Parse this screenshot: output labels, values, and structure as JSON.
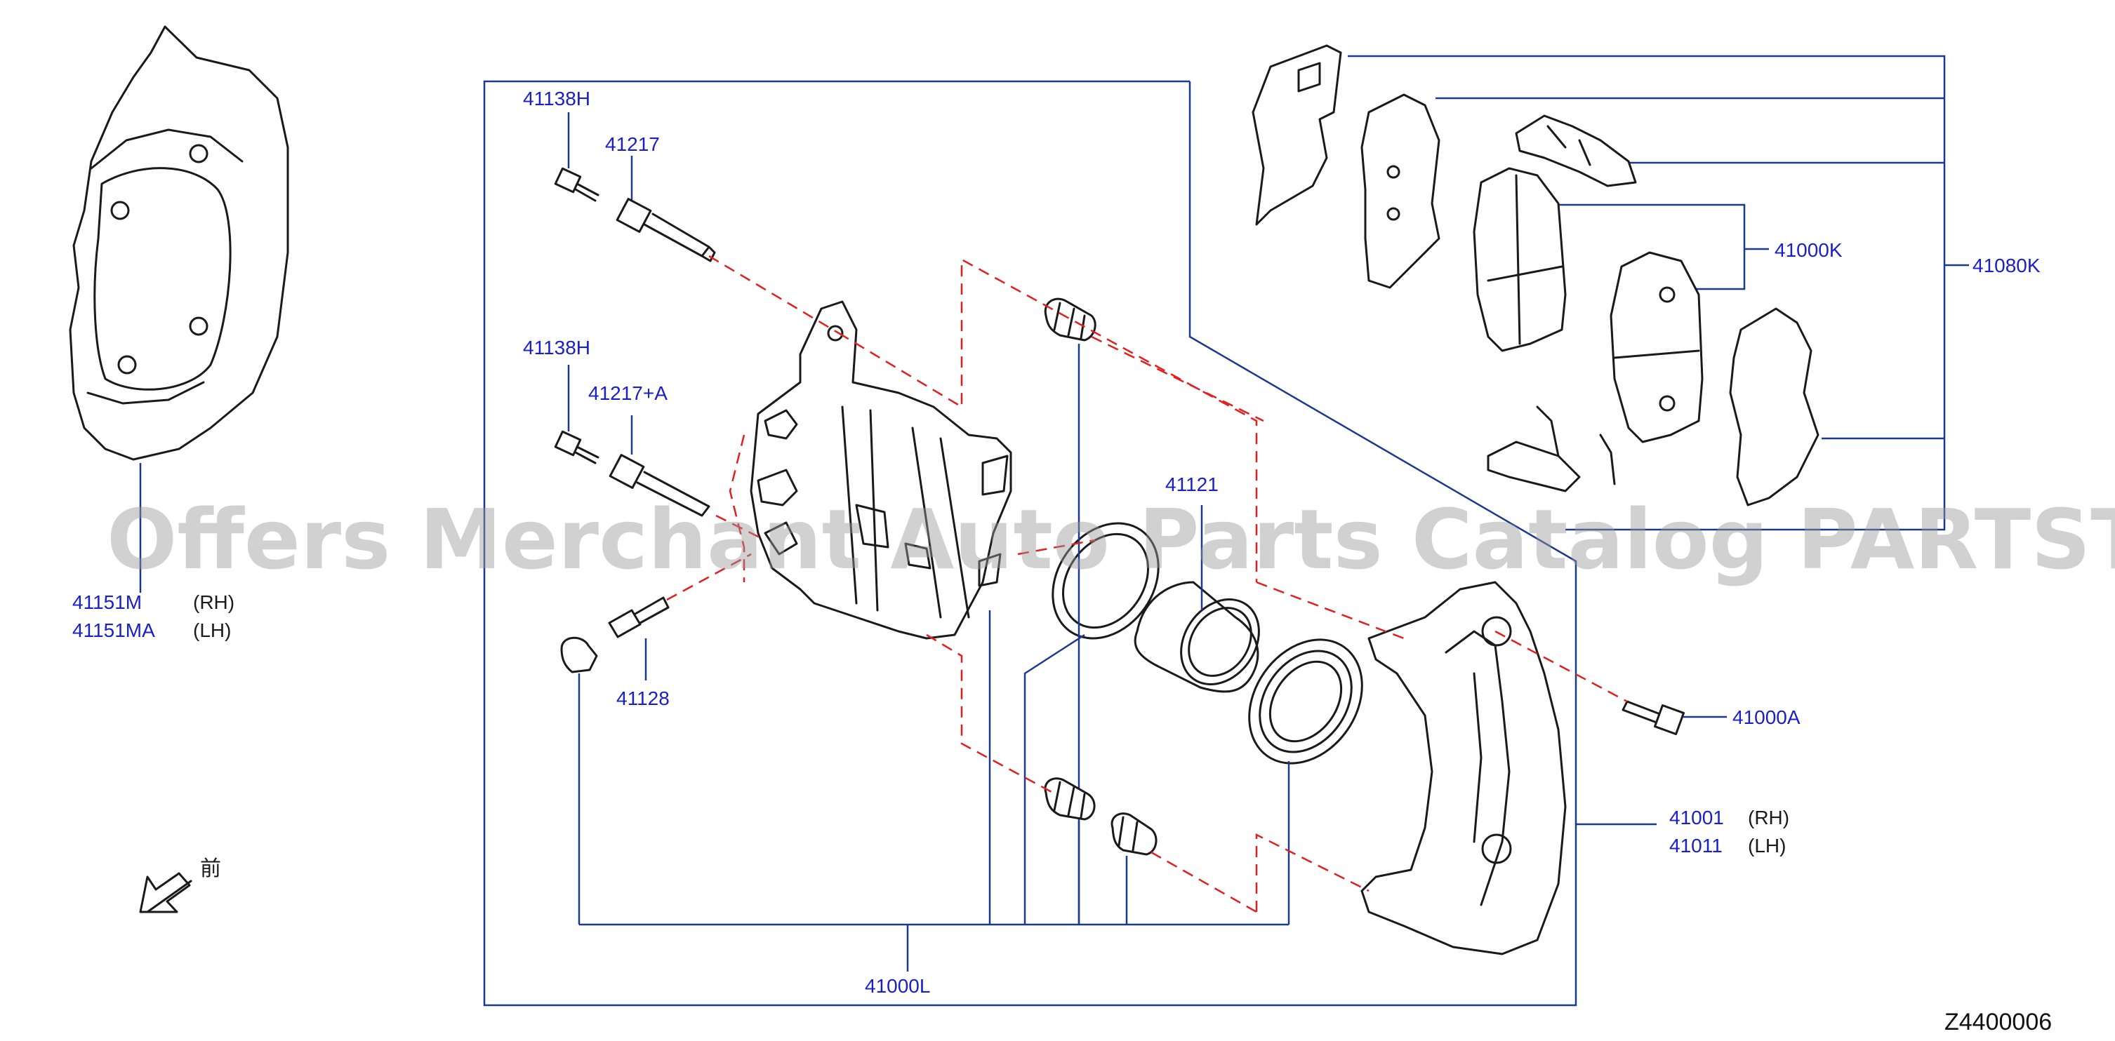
{
  "watermark": "Offers Merchant Auto Parts Catalog PARTSTORE.SA",
  "diagram_ref": "Z4400006",
  "front_marker": "前",
  "labels": {
    "p41138h_top": "41138H",
    "p41217": "41217",
    "p41138h_mid": "41138H",
    "p41217a": "41217+A",
    "p41128": "41128",
    "p41121": "41121",
    "p41000k": "41000K",
    "p41080k": "41080K",
    "p41000a": "41000A",
    "p41001": "41001",
    "p41011": "41011",
    "p41000l": "41000L",
    "p41151m": "41151M",
    "p41151ma": "41151MA"
  },
  "sides": {
    "rh": "(RH)",
    "lh": "(LH)"
  },
  "colors": {
    "label": "#1a20c8",
    "leader": "#1b3a8c",
    "explode_line": "#e02020",
    "outline": "#1a1a1a"
  }
}
